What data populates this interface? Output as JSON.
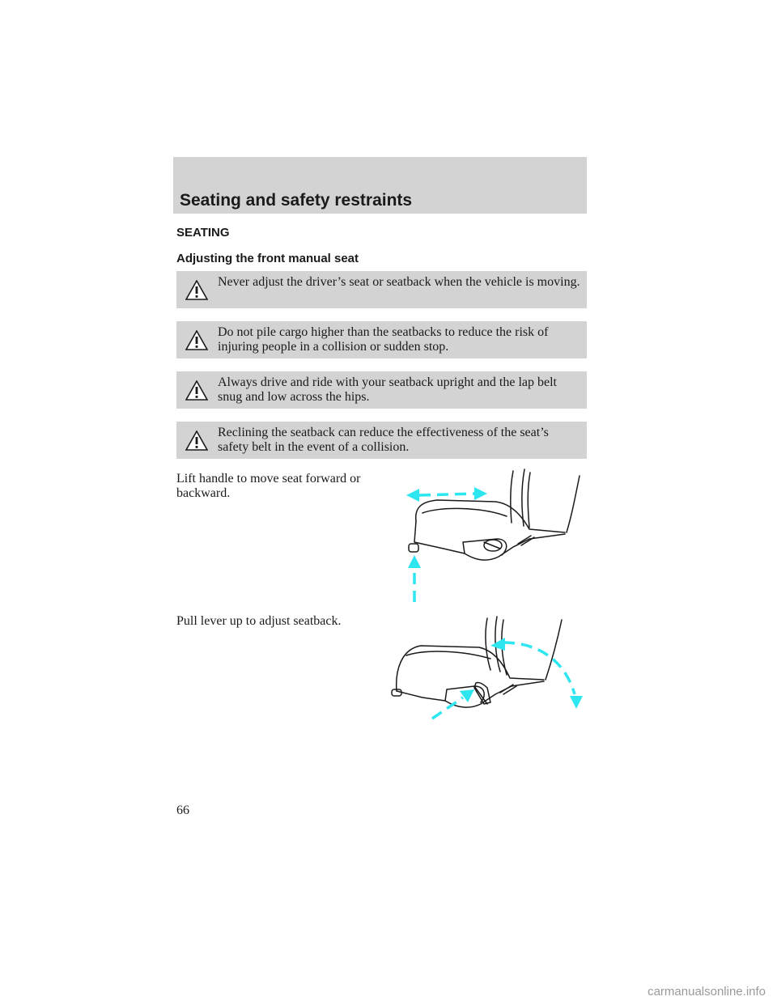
{
  "header": {
    "title": "Seating and safety restraints"
  },
  "section": {
    "heading": "SEATING",
    "subheading": "Adjusting the front manual seat"
  },
  "warnings": [
    {
      "icon": "warning-triangle-icon",
      "text": "Never adjust the driver’s seat or seatback when the vehicle is moving."
    },
    {
      "icon": "warning-triangle-icon",
      "text": "Do not pile cargo higher than the seatbacks to reduce the risk of injuring people in a collision or sudden stop."
    },
    {
      "icon": "warning-triangle-icon",
      "text": "Always drive and ride with your seatback upright and the lap belt snug and low across the hips."
    },
    {
      "icon": "warning-triangle-icon",
      "text": "Reclining the seatback can reduce the effectiveness of the seat’s safety belt in the event of a collision."
    }
  ],
  "instructions": [
    {
      "text": "Lift handle to move seat forward or backward."
    },
    {
      "text": "Pull lever up to adjust seatback."
    }
  ],
  "colors": {
    "panel": "#d3d3d3",
    "arrow": "#2ee6f0"
  },
  "page": {
    "number": "66"
  },
  "watermark": "carmanualsonline.info"
}
